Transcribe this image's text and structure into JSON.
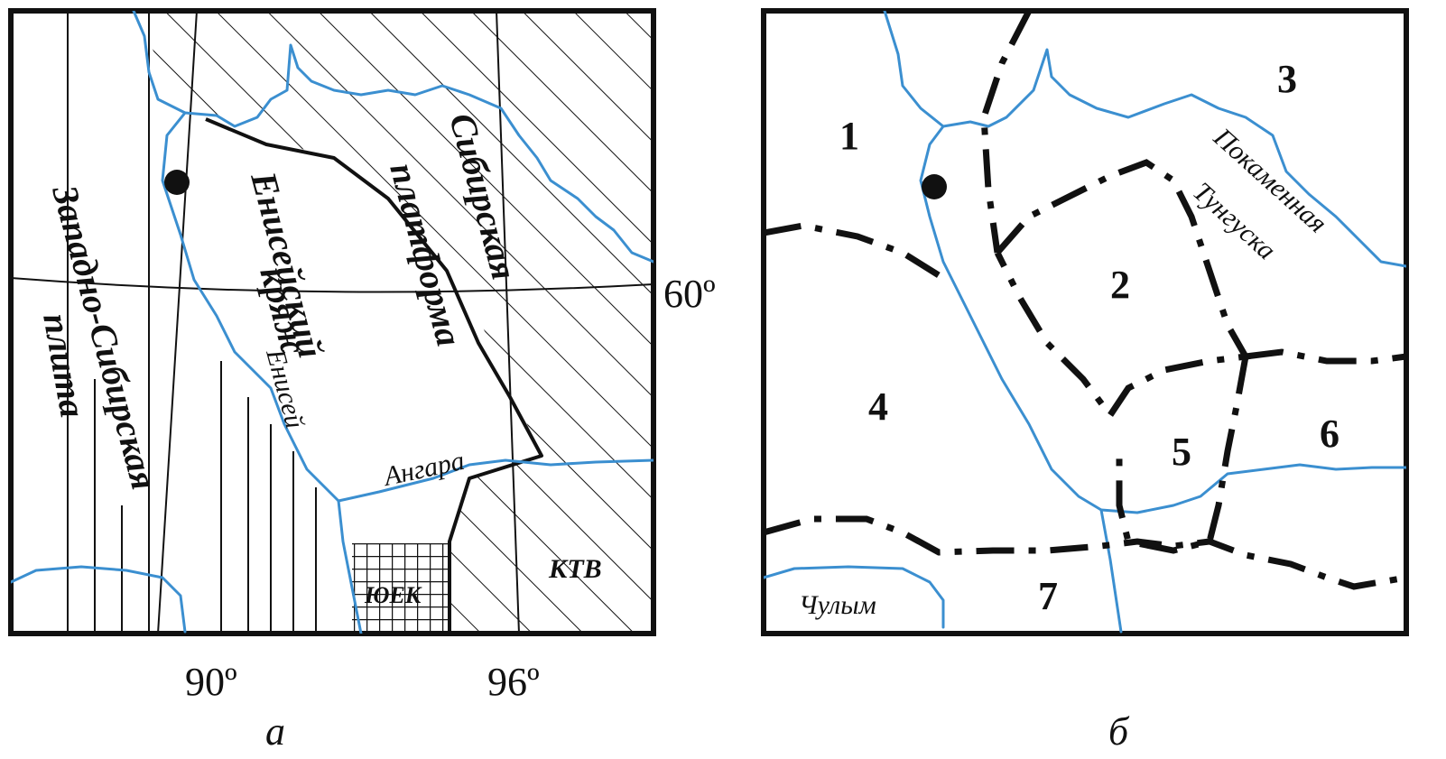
{
  "panel_a": {
    "caption": "а",
    "labels": {
      "west_siberian_1": "Западно-Сибирская",
      "west_siberian_2": "плита",
      "yenisei_ridge_1": "Енисейский",
      "yenisei_ridge_2": "кряж",
      "siberian_1": "Сибирская",
      "siberian_2": "платформа",
      "river_yenisei": "Енисей",
      "river_angara": "Ангара",
      "yuek": "ЮЕК",
      "ktv": "КТВ"
    },
    "meridians": [
      "90º",
      "96º"
    ],
    "parallel": "60º"
  },
  "panel_b": {
    "caption": "б",
    "zones": [
      "1",
      "2",
      "3",
      "4",
      "5",
      "6",
      "7"
    ],
    "rivers": {
      "podkamennaya_1": "Покаменная",
      "podkamennaya_2": "Тунгуска",
      "chulym": "Чулым"
    }
  },
  "colors": {
    "river": "#3b8fd0",
    "ink": "#111111"
  }
}
